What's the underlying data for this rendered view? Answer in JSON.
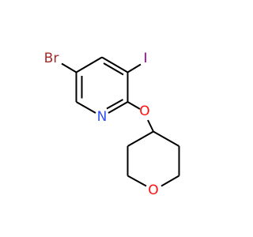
{
  "molecule": {
    "atoms": {
      "br": {
        "label": "Br",
        "color": "#a52a2a"
      },
      "i": {
        "label": "I",
        "color": "#940094"
      },
      "n": {
        "label": "N",
        "color": "#3050f8"
      },
      "o_ether": {
        "label": "O",
        "color": "#ff0d0d"
      },
      "o_ring": {
        "label": "O",
        "color": "#ff0d0d"
      }
    },
    "bond_color": "#000000"
  }
}
